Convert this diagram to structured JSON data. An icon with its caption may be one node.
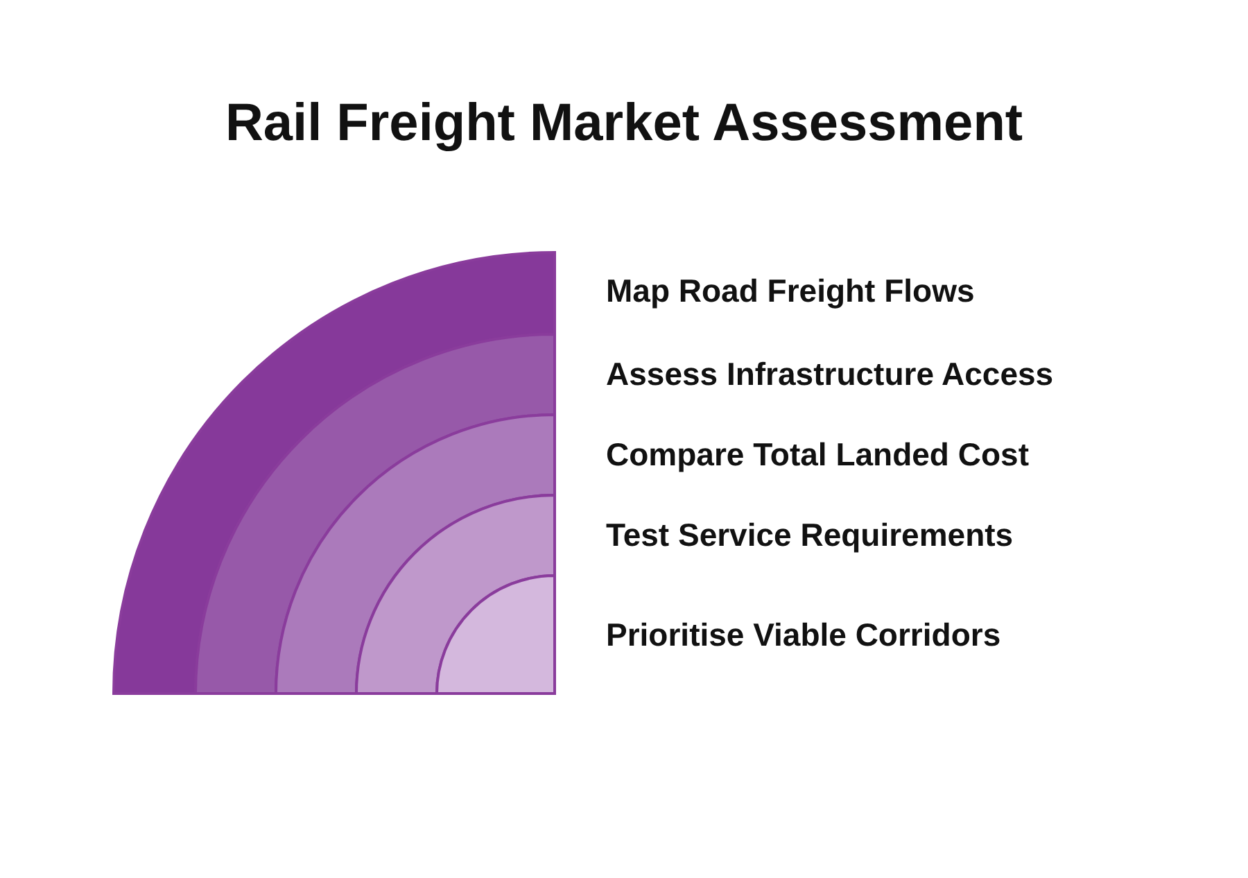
{
  "diagram": {
    "title": "Rail Freight Market Assessment",
    "nodes": [
      {
        "text": [],
        "shape": "band",
        "beside": [
          "Map Road Freight Flows"
        ]
      },
      {
        "text": [],
        "shape": "band",
        "beside": [
          "Assess Infrastructure Access"
        ]
      },
      {
        "text": [],
        "shape": "band",
        "beside": [
          "Compare Total Landed Cost"
        ]
      },
      {
        "text": [],
        "shape": "band",
        "beside": [
          "Test Service Requirements"
        ]
      },
      {
        "text": [],
        "shape": "band",
        "beside": [
          "Prioritise Viable Corridors"
        ]
      }
    ]
  }
}
